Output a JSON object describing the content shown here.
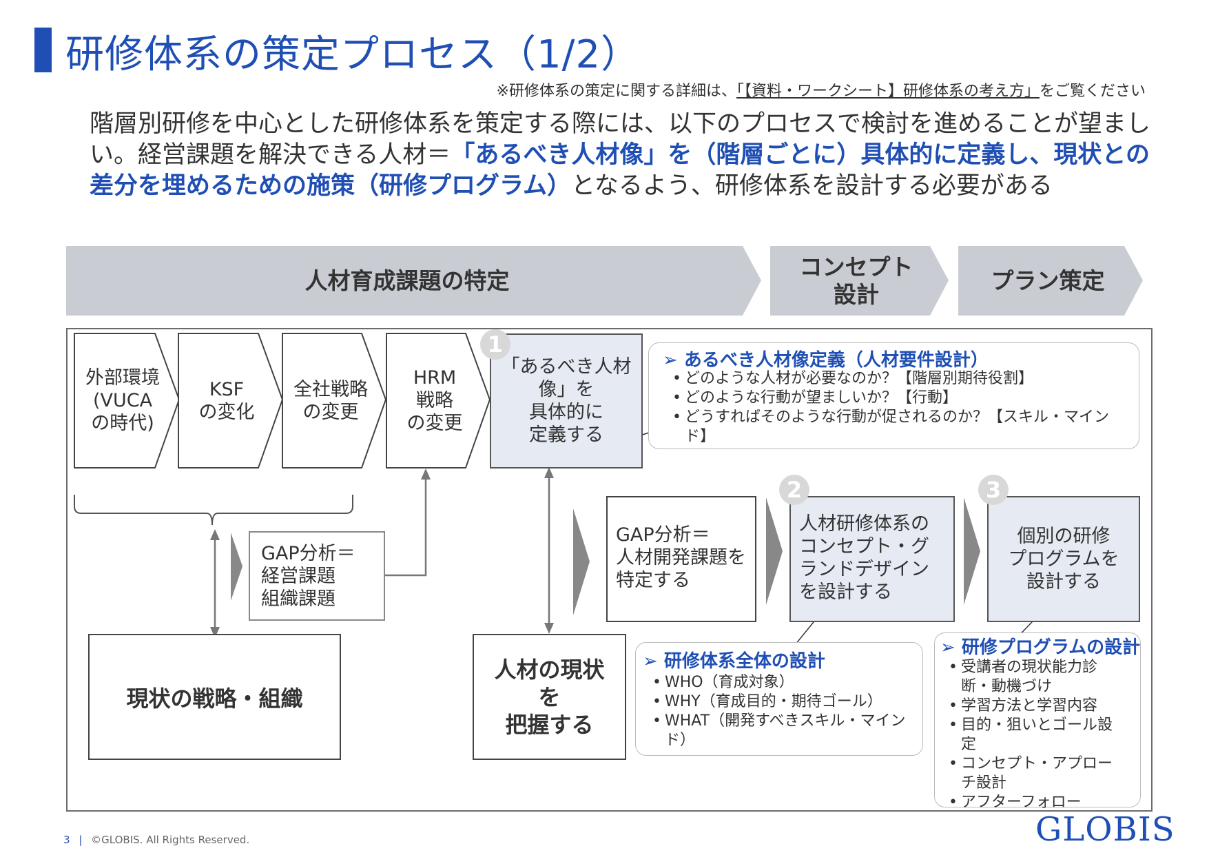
{
  "title": "研修体系の策定プロセス（1/2）",
  "note": {
    "prefix": "※研修体系の策定に関する詳細は、",
    "link": "「【資料・ワークシート】研修体系の考え方」",
    "suffix": "をご覧ください"
  },
  "lead": {
    "part1": "階層別研修を中心とした研修体系を策定する際には、以下のプロセスで検討を進めることが望ましい。経営課題を解決できる人材＝",
    "highlight": "「あるべき人材像」を（階層ごとに）具体的に定義し、現状との差分を埋めるための施策（研修プログラム）",
    "part2": "となるよう、研修体系を設計する必要がある"
  },
  "phases": [
    {
      "label": "人材育成課題の特定"
    },
    {
      "label": "コンセプト\n設計"
    },
    {
      "label": "プラン策定"
    }
  ],
  "chevrons": [
    {
      "label": "外部環境\n(VUCA\nの時代)"
    },
    {
      "label": "KSF\nの変化"
    },
    {
      "label": "全社戦略\nの変更"
    },
    {
      "label": "HRM\n戦略\nの変更"
    }
  ],
  "define_box": {
    "num": "1",
    "label": "「あるべき人材\n像」を\n具体的に\n定義する"
  },
  "gap_mgmt": {
    "label": "GAP分析＝\n経営課題\n組織課題"
  },
  "current_strategy": {
    "label": "現状の戦略・組織"
  },
  "current_talent": {
    "label": "人材の現状\nを\n把握する"
  },
  "gap_hr": {
    "label": "GAP分析＝\n人材開発課題を\n特定する"
  },
  "concept_box": {
    "num": "2",
    "label": "人材研修体系の\nコンセプト・グ\nランドデザイン\nを設計する"
  },
  "program_box": {
    "num": "3",
    "label": "個別の研修\nプログラムを\n設計する"
  },
  "callout_define": {
    "title": "あるべき人材像定義（人材要件設計）",
    "items": [
      "どのような人材が必要なのか？【階層別期待役割】",
      "どのような行動が望ましいか？【行動】",
      "どうすればそのような行動が促されるのか？【スキル・マインド】"
    ]
  },
  "callout_system": {
    "title": "研修体系全体の設計",
    "items": [
      "WHO（育成対象）",
      "WHY（育成目的・期待ゴール）",
      "WHAT（開発すべきスキル・マインド）"
    ]
  },
  "callout_program": {
    "title": "研修プログラムの設計",
    "items": [
      "受講者の現状能力診断・動機づけ",
      "学習方法と学習内容",
      "目的・狙いとゴール設定",
      "コンセプト・アプローチ設計",
      "アフターフォロー"
    ]
  },
  "footer": {
    "page": "3",
    "copyright": "©GLOBIS. All Rights Reserved."
  },
  "logo": "GLOBIS",
  "colors": {
    "brand_blue": "#1f4fb4",
    "phase_gray": "#c9cdd3",
    "box_blue": "#e6eaf3",
    "arrow_gray": "#777777"
  }
}
